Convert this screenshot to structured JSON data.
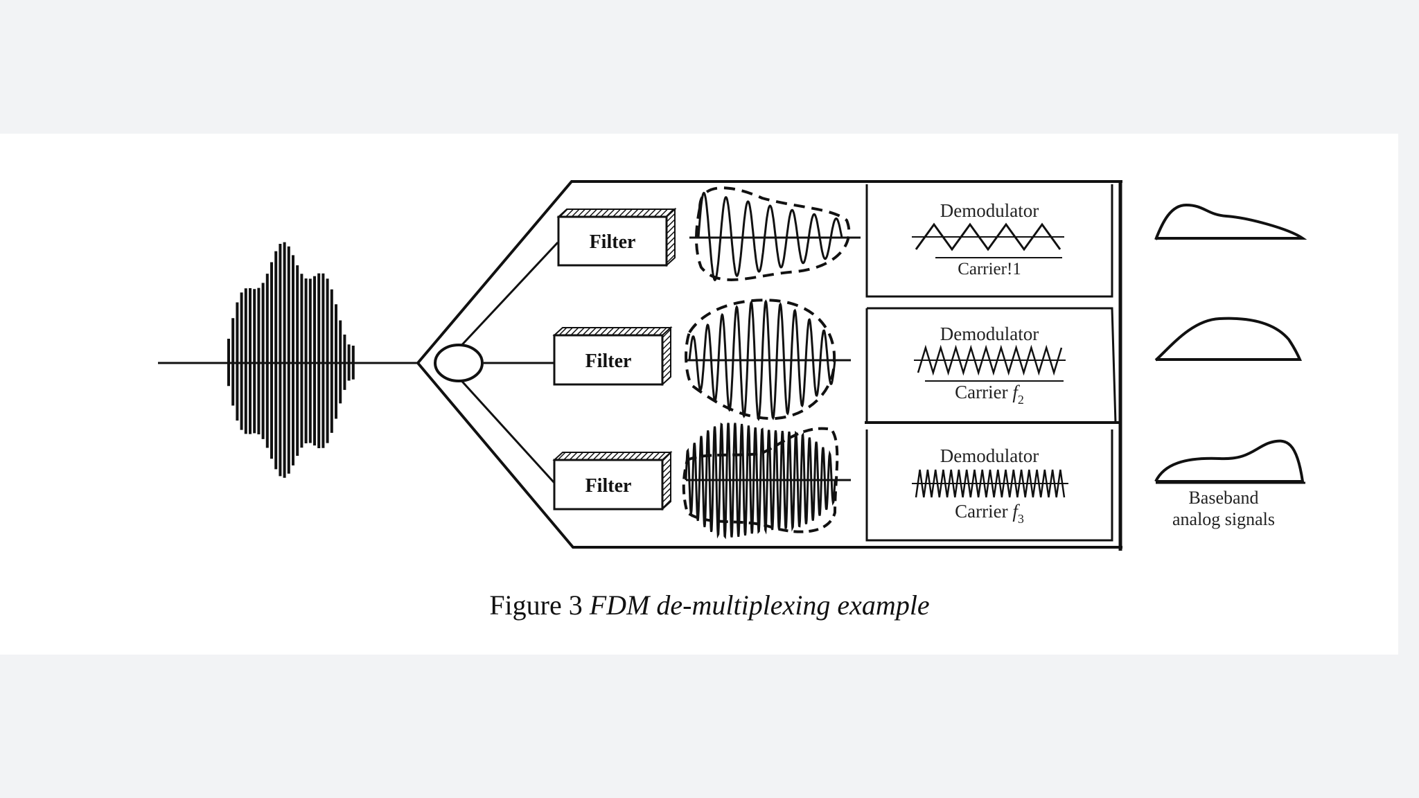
{
  "figure": {
    "caption_number": "Figure 3",
    "caption_title": "FDM de-multiplexing example"
  },
  "labels": {
    "filter": "Filter",
    "demodulator": "Demodulator",
    "carriers": [
      "Carrier!1",
      "Carrier f2",
      "Carrier f3"
    ],
    "carrier_1_text": "Carrier!1",
    "carrier_prefix": "Carrier ",
    "carrier_2_sym": "f",
    "carrier_2_sub": "2",
    "carrier_3_sym": "f",
    "carrier_3_sub": "3",
    "baseband_line1": "Baseband",
    "baseband_line2": "analog signals"
  },
  "colors": {
    "ink": "#111111",
    "panel": "#ffffff",
    "background": "#f2f3f5"
  }
}
